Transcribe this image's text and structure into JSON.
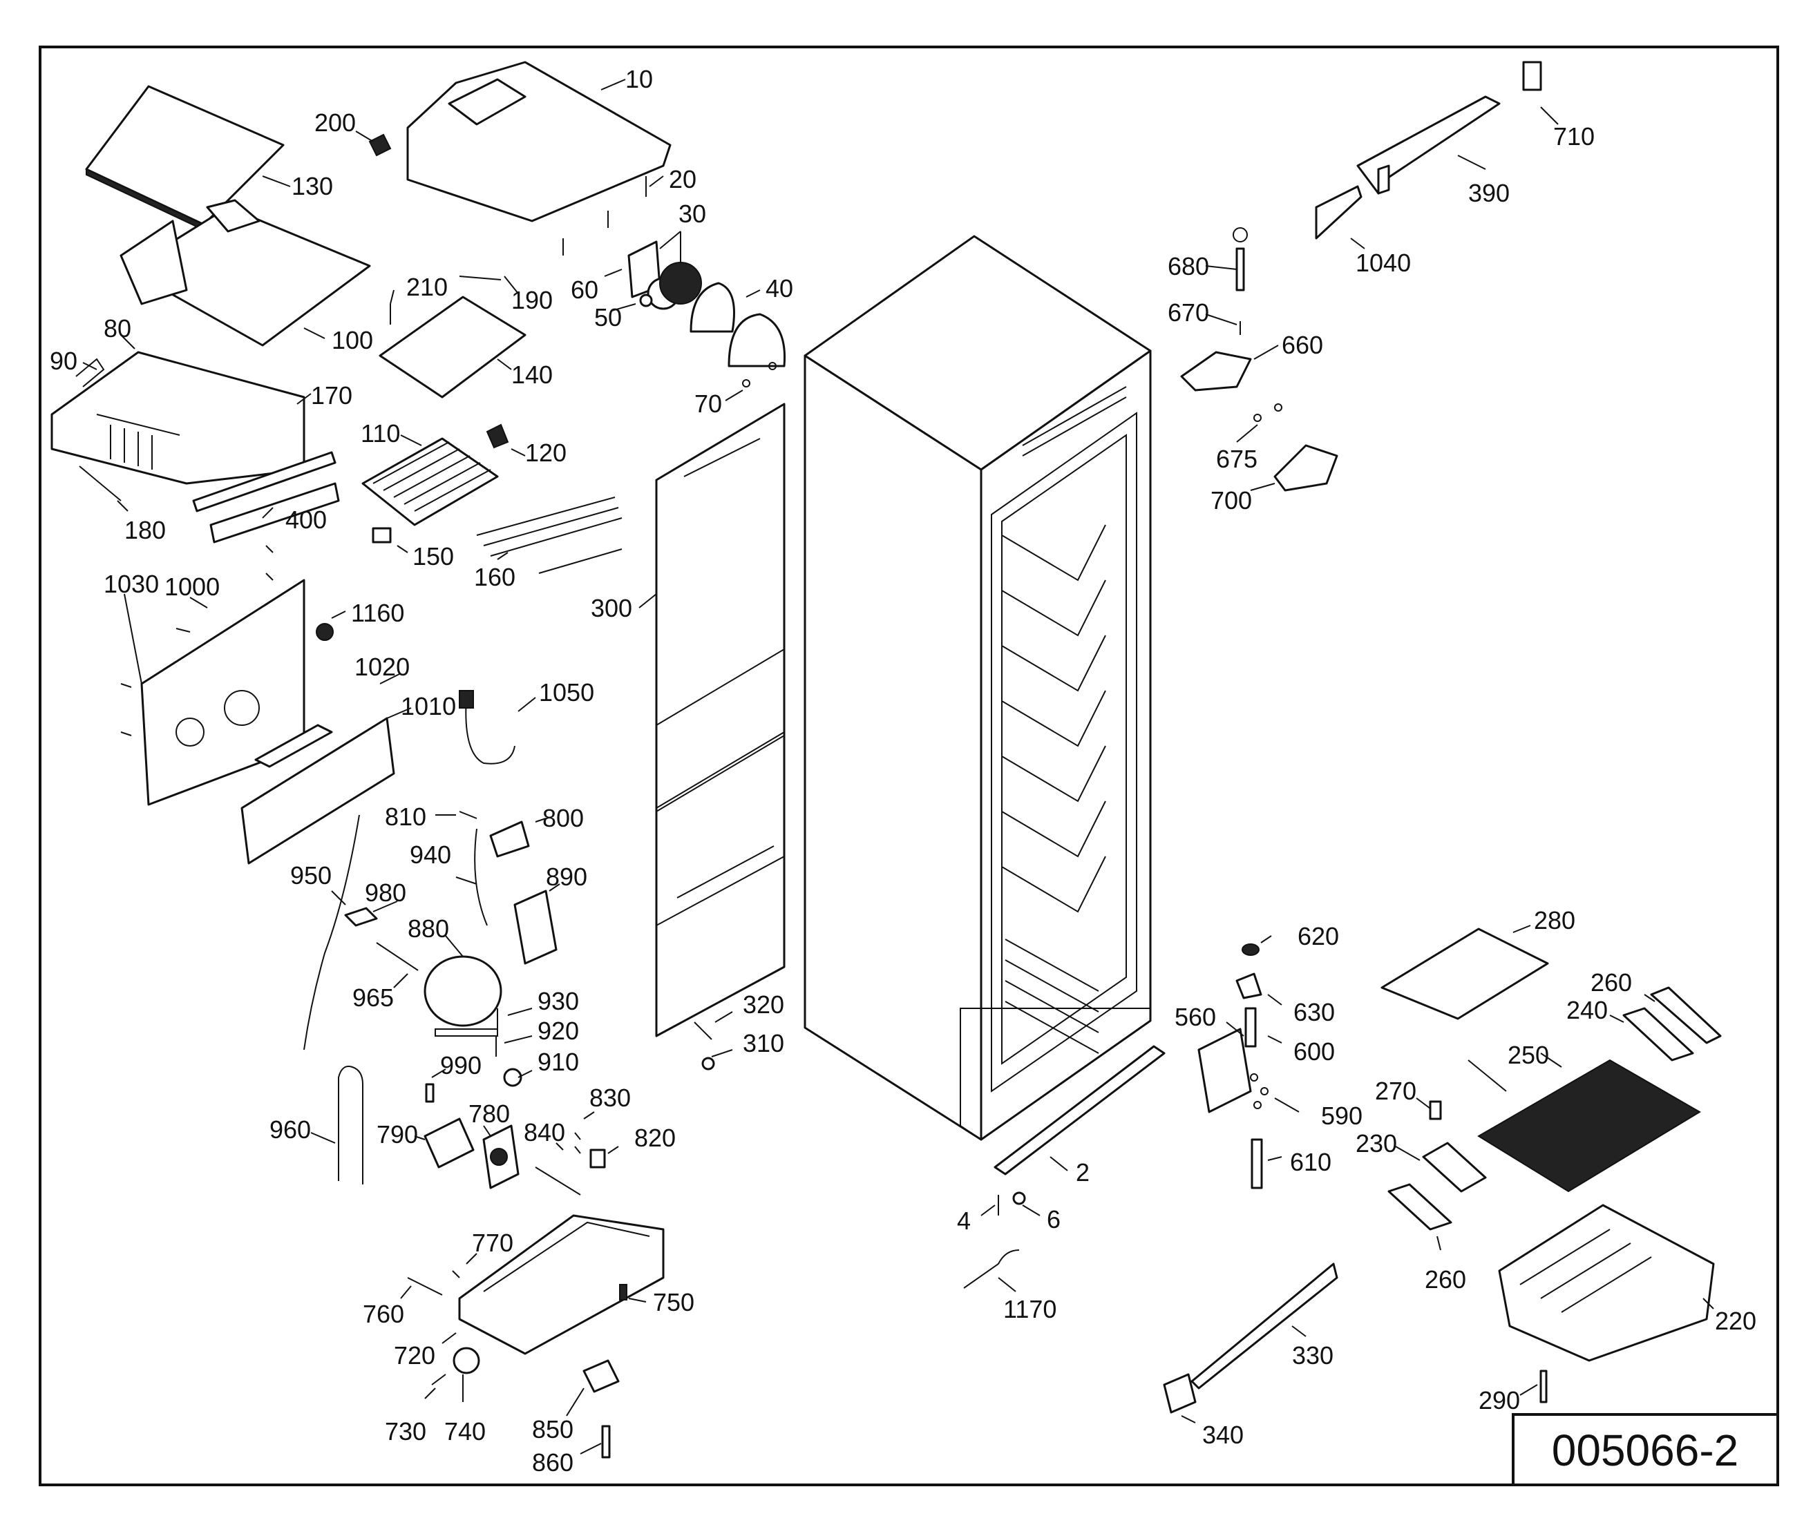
{
  "drawing_code": "005066-2",
  "callouts": [
    {
      "id": "c10",
      "label": "10"
    },
    {
      "id": "c20",
      "label": "20"
    },
    {
      "id": "c30",
      "label": "30"
    },
    {
      "id": "c40",
      "label": "40"
    },
    {
      "id": "c50",
      "label": "50"
    },
    {
      "id": "c60",
      "label": "60"
    },
    {
      "id": "c70",
      "label": "70"
    },
    {
      "id": "c80",
      "label": "80"
    },
    {
      "id": "c90",
      "label": "90"
    },
    {
      "id": "c100",
      "label": "100"
    },
    {
      "id": "c110",
      "label": "110"
    },
    {
      "id": "c120",
      "label": "120"
    },
    {
      "id": "c130",
      "label": "130"
    },
    {
      "id": "c140",
      "label": "140"
    },
    {
      "id": "c150",
      "label": "150"
    },
    {
      "id": "c160",
      "label": "160"
    },
    {
      "id": "c170",
      "label": "170"
    },
    {
      "id": "c180",
      "label": "180"
    },
    {
      "id": "c190",
      "label": "190"
    },
    {
      "id": "c200",
      "label": "200"
    },
    {
      "id": "c210",
      "label": "210"
    },
    {
      "id": "c400",
      "label": "400"
    },
    {
      "id": "c1030",
      "label": "1030"
    },
    {
      "id": "c1000",
      "label": "1000"
    },
    {
      "id": "c1160",
      "label": "1160"
    },
    {
      "id": "c1020",
      "label": "1020"
    },
    {
      "id": "c1010",
      "label": "1010"
    },
    {
      "id": "c1050",
      "label": "1050"
    },
    {
      "id": "c300",
      "label": "300"
    },
    {
      "id": "c810",
      "label": "810"
    },
    {
      "id": "c800",
      "label": "800"
    },
    {
      "id": "c940",
      "label": "940"
    },
    {
      "id": "c890",
      "label": "890"
    },
    {
      "id": "c950",
      "label": "950"
    },
    {
      "id": "c980",
      "label": "980"
    },
    {
      "id": "c880",
      "label": "880"
    },
    {
      "id": "c965",
      "label": "965"
    },
    {
      "id": "c930",
      "label": "930"
    },
    {
      "id": "c920",
      "label": "920"
    },
    {
      "id": "c910",
      "label": "910"
    },
    {
      "id": "c990",
      "label": "990"
    },
    {
      "id": "c320",
      "label": "320"
    },
    {
      "id": "c310",
      "label": "310"
    },
    {
      "id": "c960",
      "label": "960"
    },
    {
      "id": "c790",
      "label": "790"
    },
    {
      "id": "c780",
      "label": "780"
    },
    {
      "id": "c840",
      "label": "840"
    },
    {
      "id": "c830",
      "label": "830"
    },
    {
      "id": "c820",
      "label": "820"
    },
    {
      "id": "c770",
      "label": "770"
    },
    {
      "id": "c760",
      "label": "760"
    },
    {
      "id": "c750",
      "label": "750"
    },
    {
      "id": "c720",
      "label": "720"
    },
    {
      "id": "c730",
      "label": "730"
    },
    {
      "id": "c740",
      "label": "740"
    },
    {
      "id": "c850",
      "label": "850"
    },
    {
      "id": "c860",
      "label": "860"
    },
    {
      "id": "c2",
      "label": "2"
    },
    {
      "id": "c4",
      "label": "4"
    },
    {
      "id": "c6",
      "label": "6"
    },
    {
      "id": "c1170",
      "label": "1170"
    },
    {
      "id": "c680",
      "label": "680"
    },
    {
      "id": "c670",
      "label": "670"
    },
    {
      "id": "c660",
      "label": "660"
    },
    {
      "id": "c675",
      "label": "675"
    },
    {
      "id": "c700",
      "label": "700"
    },
    {
      "id": "c710",
      "label": "710"
    },
    {
      "id": "c390",
      "label": "390"
    },
    {
      "id": "c1040",
      "label": "1040"
    },
    {
      "id": "c620",
      "label": "620"
    },
    {
      "id": "c630",
      "label": "630"
    },
    {
      "id": "c560",
      "label": "560"
    },
    {
      "id": "c600",
      "label": "600"
    },
    {
      "id": "c590",
      "label": "590"
    },
    {
      "id": "c610",
      "label": "610"
    },
    {
      "id": "c280",
      "label": "280"
    },
    {
      "id": "c260a",
      "label": "260"
    },
    {
      "id": "c240",
      "label": "240"
    },
    {
      "id": "c250",
      "label": "250"
    },
    {
      "id": "c270",
      "label": "270"
    },
    {
      "id": "c230",
      "label": "230"
    },
    {
      "id": "c260b",
      "label": "260"
    },
    {
      "id": "c220",
      "label": "220"
    },
    {
      "id": "c290",
      "label": "290"
    },
    {
      "id": "c330",
      "label": "330"
    },
    {
      "id": "c340",
      "label": "340"
    }
  ]
}
